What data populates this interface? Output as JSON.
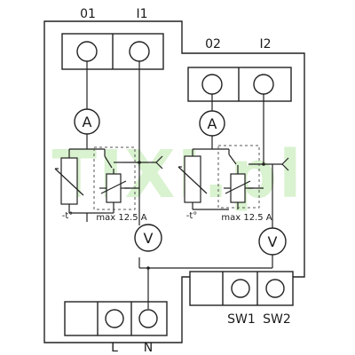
{
  "watermark": {
    "text": "TIXI.pl",
    "color": "#d9f2cf"
  },
  "terminals": {
    "out1": "01",
    "in1": "I1",
    "out2": "02",
    "in2": "I2",
    "sw1": "SW1",
    "sw2": "SW2",
    "line": "L",
    "neutral": "N"
  },
  "meters": {
    "ammeter_1": "A",
    "ammeter_2": "A",
    "voltmeter_1": "V",
    "voltmeter_2": "V"
  },
  "channel_1": {
    "sensor_label": "-t°",
    "relay_label": "max 12.5 A"
  },
  "channel_2": {
    "sensor_label": "-t°",
    "relay_label": "max 12.5 A"
  },
  "colors": {
    "line": "#222222",
    "dashed": "#555555",
    "background": "#ffffff"
  }
}
